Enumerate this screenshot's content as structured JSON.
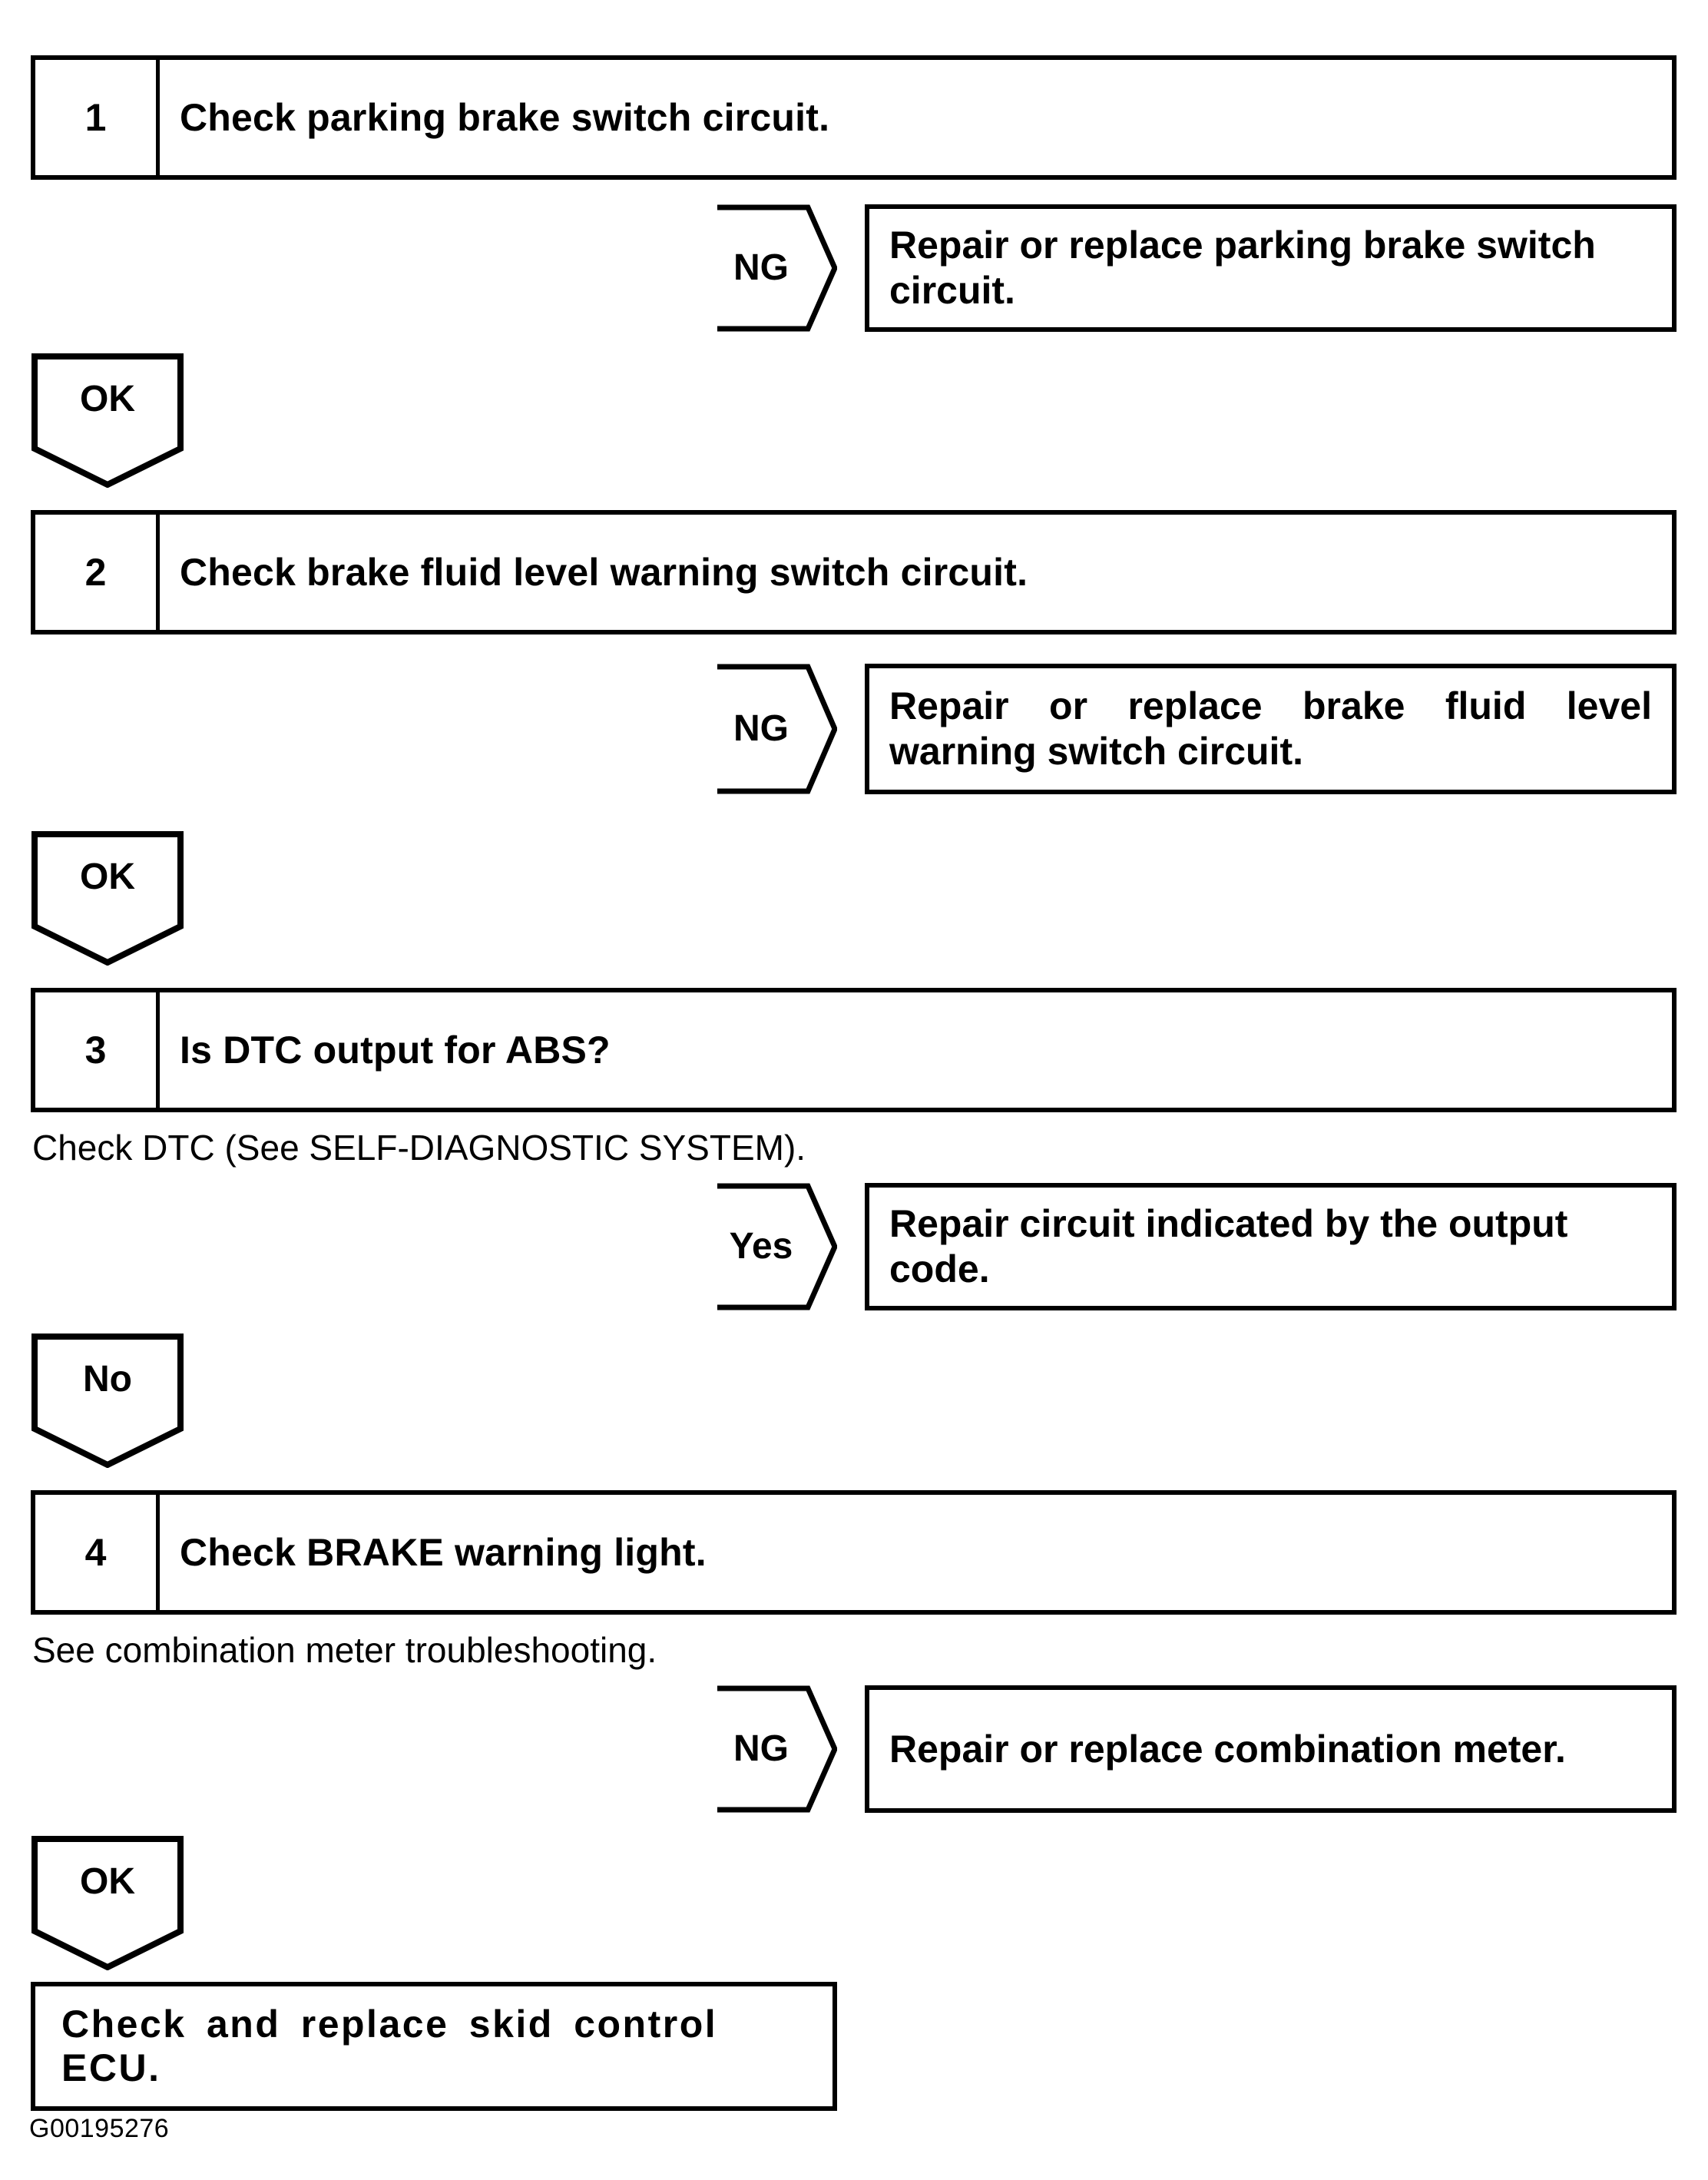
{
  "figure": {
    "code": "G00195276"
  },
  "steps": [
    {
      "number": "1",
      "title": "Check parking brake switch circuit.",
      "note": null,
      "branch": {
        "label": "NG",
        "result": "Repair or replace parking brake switch circuit."
      },
      "connector": {
        "label": "OK"
      }
    },
    {
      "number": "2",
      "title": "Check brake fluid level warning switch circuit.",
      "note": null,
      "branch": {
        "label": "NG",
        "result": "Repair or replace brake fluid level warning switch circuit."
      },
      "connector": {
        "label": "OK"
      }
    },
    {
      "number": "3",
      "title": "Is DTC output for ABS?",
      "note": "Check DTC (See SELF-DIAGNOSTIC SYSTEM).",
      "branch": {
        "label": "Yes",
        "result": "Repair circuit indicated by the output code."
      },
      "connector": {
        "label": "No"
      }
    },
    {
      "number": "4",
      "title": "Check BRAKE warning light.",
      "note": "See combination meter troubleshooting.",
      "branch": {
        "label": "NG",
        "result": "Repair or replace combination meter."
      },
      "connector": {
        "label": "OK"
      }
    }
  ],
  "final": {
    "text": "Check and replace skid control ECU."
  }
}
